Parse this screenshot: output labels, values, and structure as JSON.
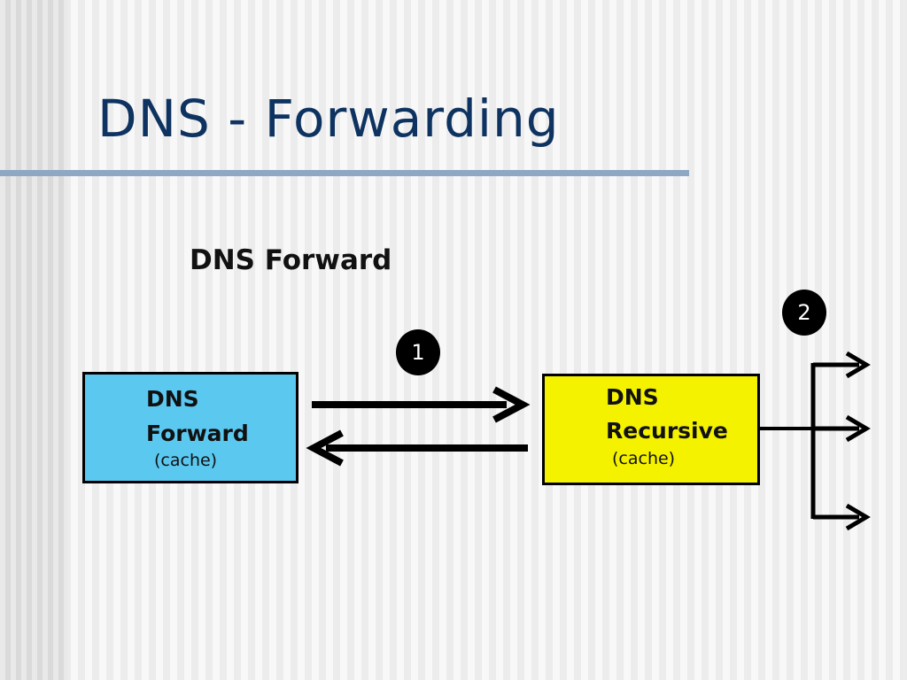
{
  "slide": {
    "title": "DNS - Forwarding"
  },
  "diagram": {
    "title": "DNS Forward",
    "nodes": {
      "forward": {
        "line1": "DNS",
        "line2": "Forward",
        "note": "(cache)",
        "color": "#5bc8f0"
      },
      "recursive": {
        "line1": "DNS",
        "line2": "Recursive",
        "note": "(cache)",
        "color": "#f5f200"
      }
    },
    "steps": [
      "1",
      "2"
    ]
  },
  "colors": {
    "title": "#0e3361",
    "rule": "#8ea8c3"
  }
}
